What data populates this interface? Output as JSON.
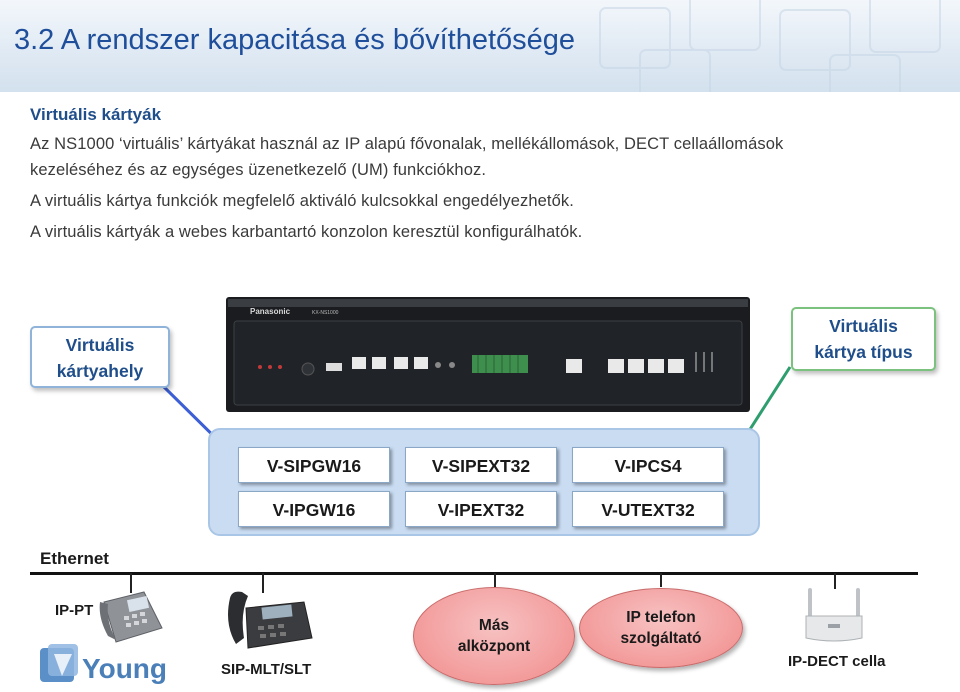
{
  "header": {
    "title": "3.2 A rendszer kapacitása és bővíthetősége"
  },
  "body": {
    "section_title": "Virtuális kártyák",
    "paragraphs": [
      "Az NS1000 ‘virtuális’ kártyákat használ az IP alapú fővonalak, mellékállomások, DECT cellaállomások",
      "kezeléséhez és az egységes üzenetkezelő (UM) funkciókhoz.",
      "A virtuális kártya funkciók megfelelő aktiváló kulcsokkal engedélyezhetők.",
      "A virtuális kártyák a webes karbantartó konzolon keresztül konfigurálhatók."
    ]
  },
  "callouts": {
    "left": [
      "Virtuális",
      "kártyahely"
    ],
    "right": [
      "Virtuális",
      "kártya típus"
    ]
  },
  "device": {
    "brand": "Panasonic",
    "model": "KX-NS1000"
  },
  "cards": [
    [
      "V-SIPGW16",
      "V-SIPEXT32",
      "V-IPCS4"
    ],
    [
      "V-IPGW16",
      "V-IPEXT32",
      "V-UTEXT32"
    ]
  ],
  "network": {
    "ethernet_label": "Ethernet",
    "endpoints": {
      "ip_pt": "IP-PT",
      "sip_mlt": "SIP-MLT/SLT",
      "other_site": [
        "Más",
        "alközpont"
      ],
      "provider": [
        "IP telefon",
        "szolgáltató"
      ],
      "ip_dect": "IP-DECT cella"
    }
  },
  "logo": {
    "text": "Young"
  },
  "colors": {
    "title": "#1f4e9a",
    "accent_blue": "#1f4e8a",
    "card_group": "#c9dcf2",
    "ellipse": "#f39b9b",
    "connector_green": "#2e9e6e",
    "connector_blue": "#3d5fd6"
  }
}
